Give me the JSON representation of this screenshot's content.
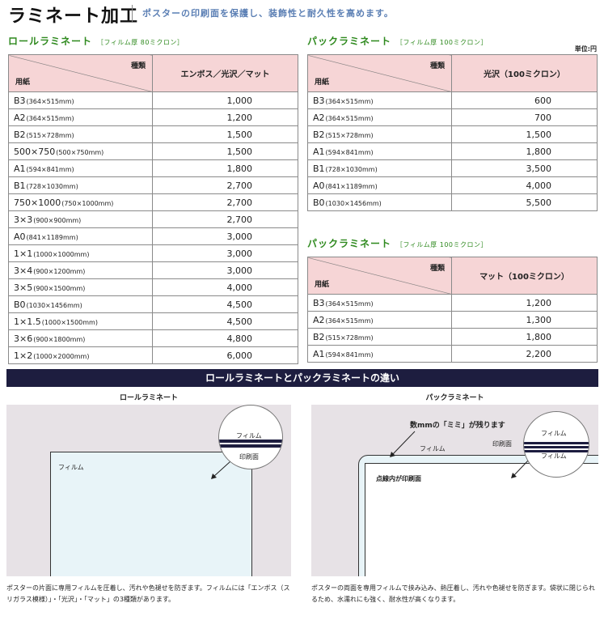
{
  "header": {
    "title": "ラミネート加工",
    "subtitle": "ポスターの印刷面を保護し、装飾性と耐久性を高めます。"
  },
  "roll": {
    "heading": "ロールラミネート",
    "spec": "［フィルム厚 80ミクロン］",
    "col_kind": "種類",
    "col_paper": "用紙",
    "col_value": "エンボス／光沢／マット",
    "rows": [
      {
        "size": "B3",
        "dim": "(364×515mm)",
        "price": "1,000"
      },
      {
        "size": "A2",
        "dim": "(364×515mm)",
        "price": "1,200"
      },
      {
        "size": "B2",
        "dim": "(515×728mm)",
        "price": "1,500"
      },
      {
        "size": "500×750",
        "dim": "(500×750mm)",
        "price": "1,500"
      },
      {
        "size": "A1",
        "dim": "(594×841mm)",
        "price": "1,800"
      },
      {
        "size": "B1",
        "dim": "(728×1030mm)",
        "price": "2,700"
      },
      {
        "size": "750×1000",
        "dim": "(750×1000mm)",
        "price": "2,700"
      },
      {
        "size": "3×3",
        "dim": "(900×900mm)",
        "price": "2,700"
      },
      {
        "size": "A0",
        "dim": "(841×1189mm)",
        "price": "3,000"
      },
      {
        "size": "1×1",
        "dim": "(1000×1000mm)",
        "price": "3,000"
      },
      {
        "size": "3×4",
        "dim": "(900×1200mm)",
        "price": "3,000"
      },
      {
        "size": "3×5",
        "dim": "(900×1500mm)",
        "price": "4,000"
      },
      {
        "size": "B0",
        "dim": "(1030×1456mm)",
        "price": "4,500"
      },
      {
        "size": "1×1.5",
        "dim": "(1000×1500mm)",
        "price": "4,500"
      },
      {
        "size": "3×6",
        "dim": "(900×1800mm)",
        "price": "4,800"
      },
      {
        "size": "1×2",
        "dim": "(1000×2000mm)",
        "price": "6,000"
      }
    ]
  },
  "pack_gloss": {
    "heading": "パックラミネート",
    "spec": "［フィルム厚 100ミクロン］",
    "unit": "単位:円",
    "col_kind": "種類",
    "col_paper": "用紙",
    "col_value": "光沢（100ミクロン）",
    "rows": [
      {
        "size": "B3",
        "dim": "(364×515mm)",
        "price": "600"
      },
      {
        "size": "A2",
        "dim": "(364×515mm)",
        "price": "700"
      },
      {
        "size": "B2",
        "dim": "(515×728mm)",
        "price": "1,500"
      },
      {
        "size": "A1",
        "dim": "(594×841mm)",
        "price": "1,800"
      },
      {
        "size": "B1",
        "dim": "(728×1030mm)",
        "price": "3,500"
      },
      {
        "size": "A0",
        "dim": "(841×1189mm)",
        "price": "4,000"
      },
      {
        "size": "B0",
        "dim": "(1030×1456mm)",
        "price": "5,500"
      }
    ]
  },
  "pack_matte": {
    "heading": "パックラミネート",
    "spec": "［フィルム厚 100ミクロン］",
    "col_kind": "種類",
    "col_paper": "用紙",
    "col_value": "マット（100ミクロン）",
    "rows": [
      {
        "size": "B3",
        "dim": "(364×515mm)",
        "price": "1,200"
      },
      {
        "size": "A2",
        "dim": "(364×515mm)",
        "price": "1,300"
      },
      {
        "size": "B2",
        "dim": "(515×728mm)",
        "price": "1,800"
      },
      {
        "size": "A1",
        "dim": "(594×841mm)",
        "price": "2,200"
      }
    ]
  },
  "compare": {
    "banner": "ロールラミネートとパックラミネートの違い",
    "roll_title": "ロールラミネート",
    "pack_title": "パックラミネート",
    "roll_film": "フィルム",
    "roll_circle_film": "フィルム",
    "roll_circle_print": "印刷面",
    "pack_mimi": "数mmの「ミミ」が残ります",
    "pack_film": "フィルム",
    "pack_print_label": "印刷面",
    "pack_inside": "点線内が印刷面",
    "pack_circle_film_top": "フィルム",
    "pack_circle_film_bottom": "フィルム",
    "roll_caption": "ポスターの片面に専用フィルムを圧着し、汚れや色褪せを防ぎます。フィルムには「エンボス（スリガラス模様）」・「光沢」・「マット」の3種類があります。",
    "pack_caption": "ポスターの両面を専用フィルムで挟み込み、熱圧着し、汚れや色褪せを防ぎます。袋状に閉じられるため、水濡れにも強く、耐水性が高くなります。"
  },
  "colors": {
    "title_green": "#2f8a1f",
    "subtitle_blue": "#5b7fb4",
    "header_pink": "#f6d5d6",
    "banner_navy": "#1d1d3f",
    "panel_gray": "#e7e2e6",
    "film_blue": "#e8f4f8"
  }
}
